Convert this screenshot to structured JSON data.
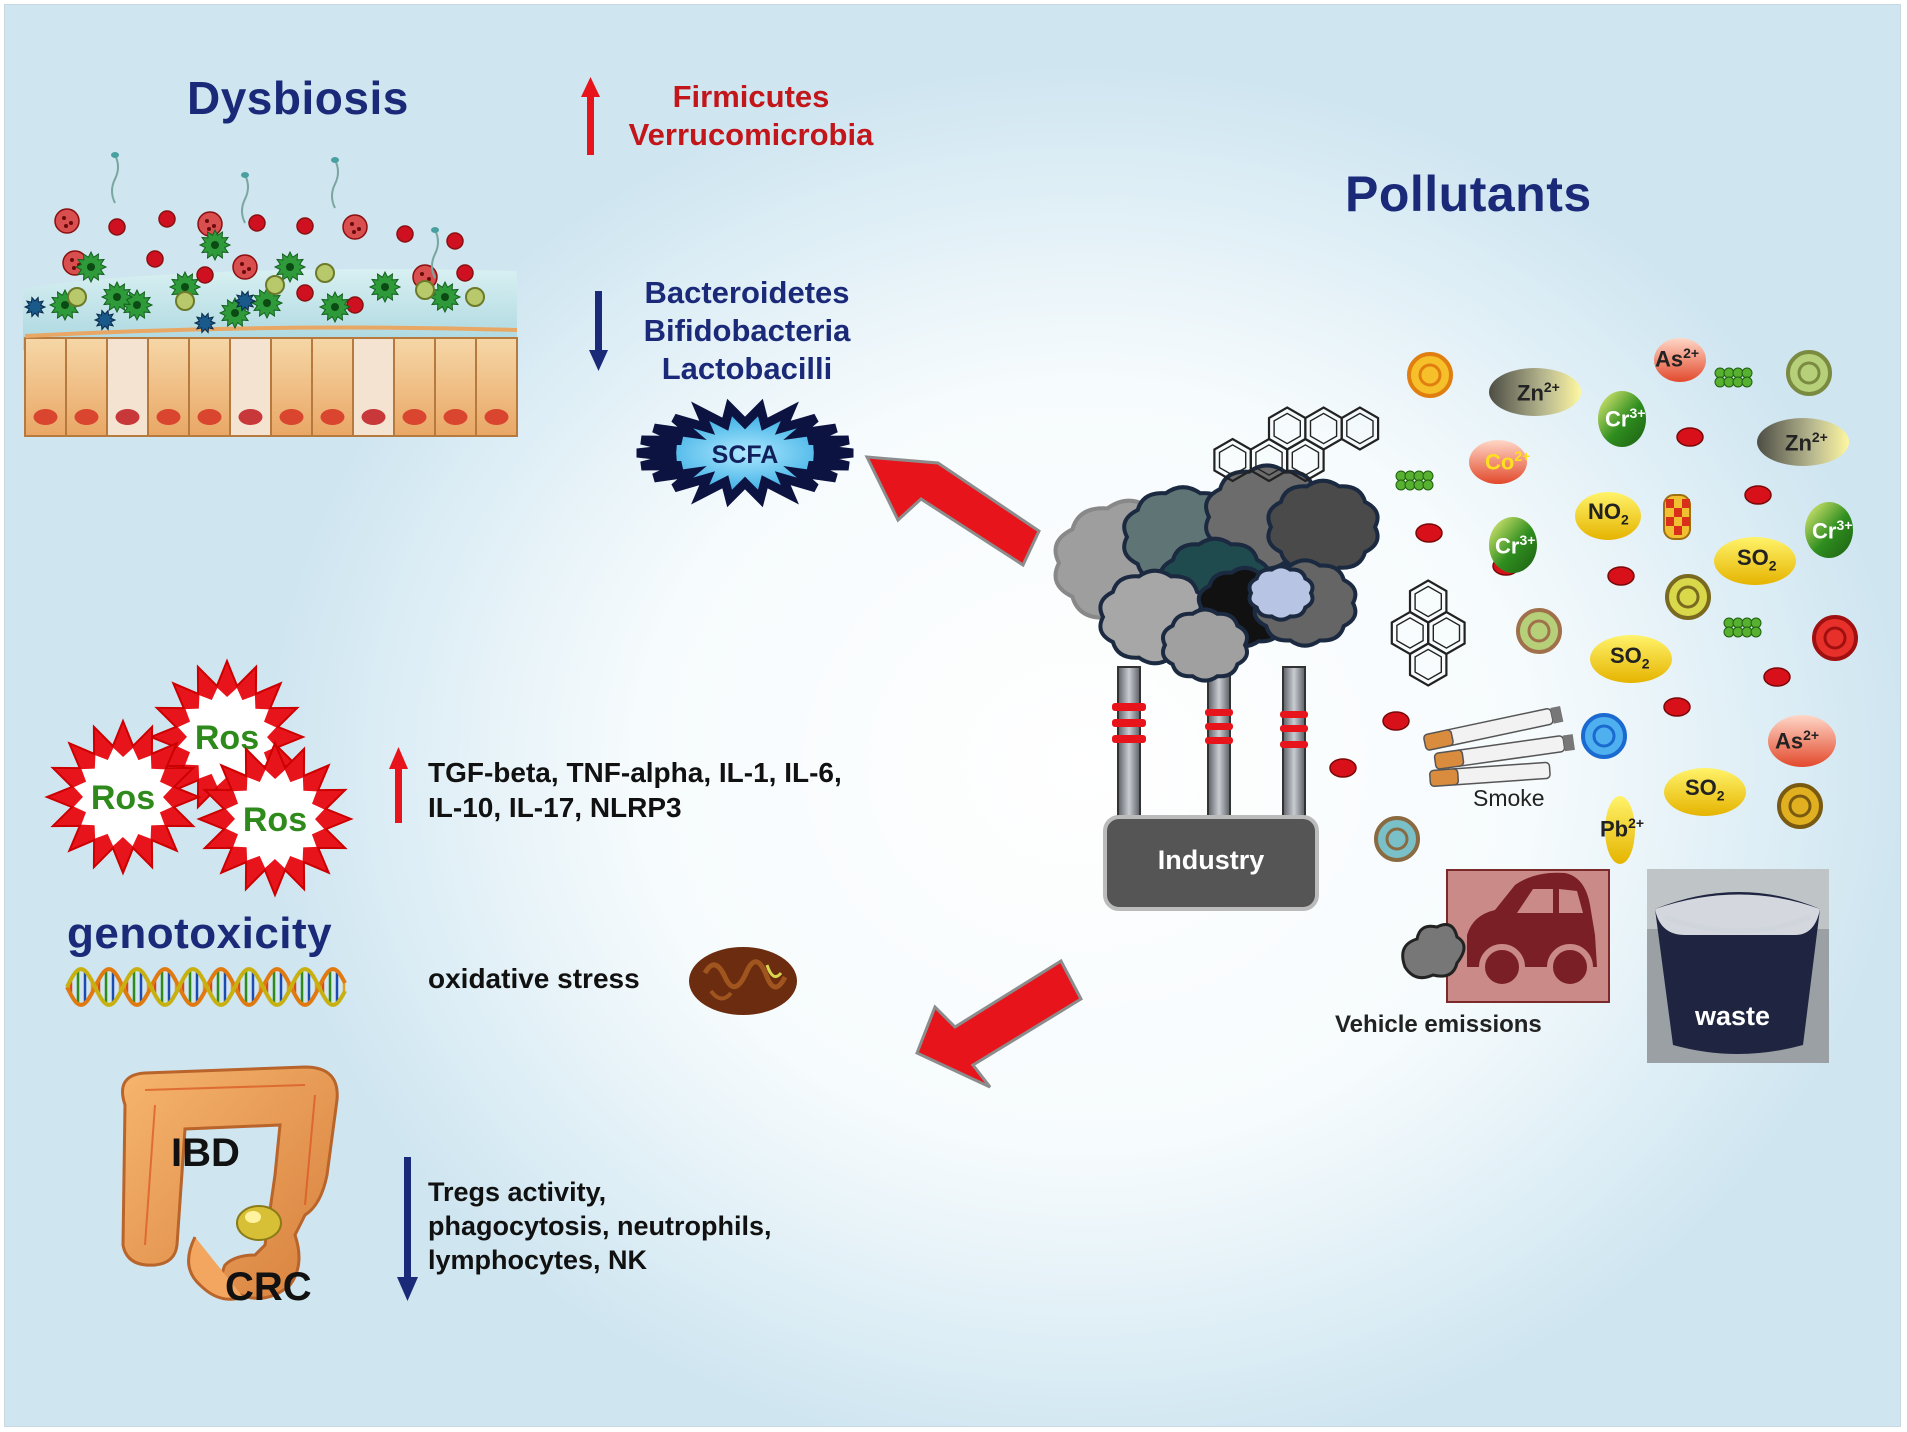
{
  "dysbiosis": {
    "title": "Dysbiosis",
    "increased_bacteria": [
      "Firmicutes",
      "Verrucomicrobia"
    ],
    "decreased_bacteria": [
      "Bacteroidetes",
      "Bifidobacteria",
      "Lactobacilli"
    ],
    "scfa_label": "SCFA"
  },
  "pollutants": {
    "title": "Pollutants",
    "industry_label": "Industry",
    "smoke_label": "Smoke",
    "vehicle_label": "Vehicle emissions",
    "waste_label": "waste",
    "ions": {
      "zn": "Zn",
      "zn_charge": "2+",
      "as": "As",
      "as_charge": "2+",
      "cr": "Cr",
      "cr_charge": "3+",
      "co": "Co",
      "co_charge": "2+",
      "pb": "Pb",
      "pb_charge": "2+",
      "no2": "NO",
      "so2": "SO",
      "sub2": "2"
    }
  },
  "effects": {
    "ros_label": "Ros",
    "cytokines_line1": "TGF-beta, TNF-alpha, IL-1, IL-6,",
    "cytokines_line2": "IL-10, IL-17, NLRP3",
    "genotoxicity": "genotoxicity",
    "oxidative_stress": "oxidative stress",
    "ibd": "IBD",
    "crc": "CRC",
    "immune_line1": "Tregs activity,",
    "immune_line2": "phagocytosis,  neutrophils,",
    "immune_line3": "lymphocytes,  NK"
  },
  "colors": {
    "heading_blue": "#1b2a78",
    "increase_red": "#c2161b",
    "arrow_red": "#e8141b",
    "decrease_blue": "#1b2a78"
  }
}
